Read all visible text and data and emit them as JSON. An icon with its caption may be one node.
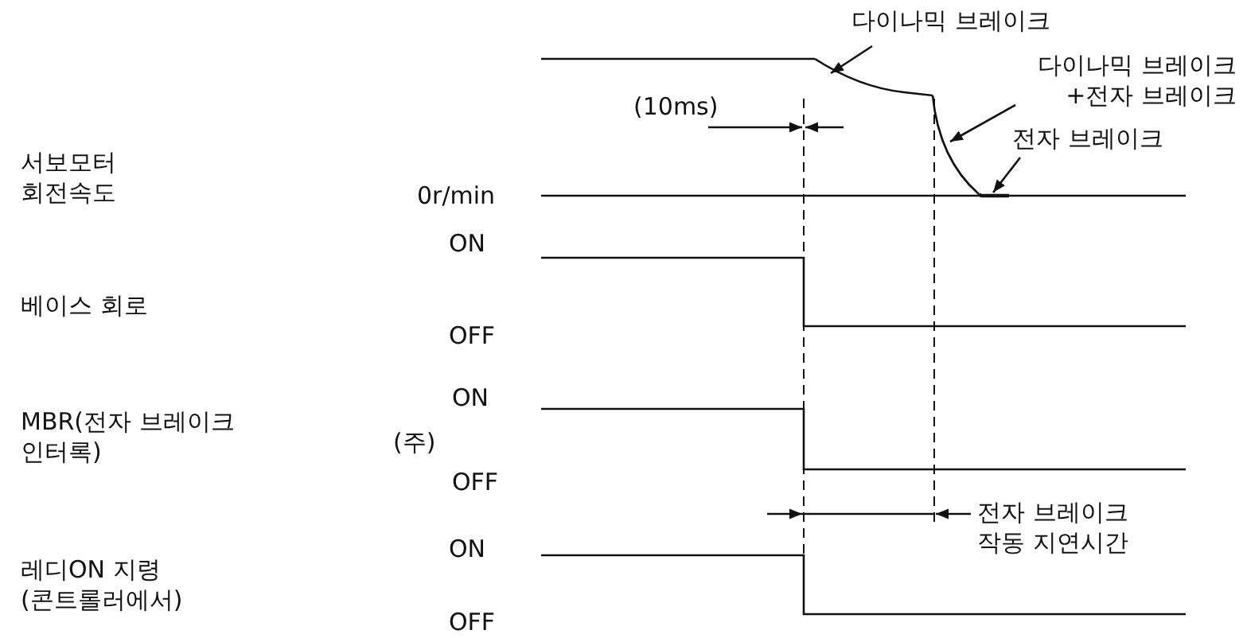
{
  "diagram": {
    "nodes": [
      {
        "text": [
          "다이나믹 브레이크"
        ]
      },
      {
        "text": [
          "다이나믹 브레이크 +전자 브레이크"
        ]
      },
      {
        "text": [
          "전자 브레이크"
        ]
      },
      {
        "text": [],
        "shape": "curve"
      },
      {
        "text": [],
        "shape": "curve"
      },
      {
        "text": [],
        "shape": "curve"
      }
    ],
    "edges": [
      {
        "from": 0,
        "to": 3,
        "arrow": "to"
      },
      {
        "from": 1,
        "to": 4,
        "arrow": "to"
      },
      {
        "from": 2,
        "to": 5,
        "arrow": "to"
      }
    ],
    "labels": [
      "(10ms)",
      "서보모터 회전속도",
      "0r/min",
      "베이스 회로",
      "ON",
      "OFF",
      "MBR(전자 브레이크 인터록)",
      "(주)",
      "ON",
      "OFF",
      "전자 브레이크 작동 지연시간",
      "레디ON 지령 (콘트롤러에서)",
      "ON",
      "OFF"
    ]
  }
}
